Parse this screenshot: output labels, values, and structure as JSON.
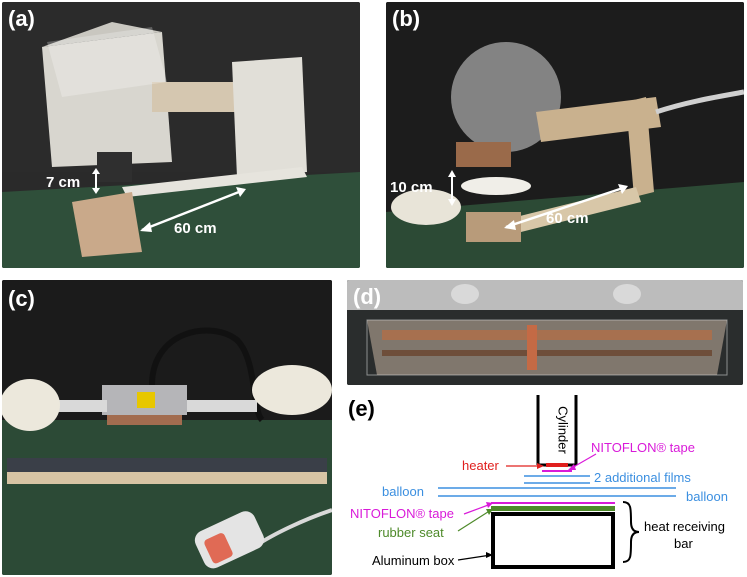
{
  "panels": {
    "a": {
      "label": "(a)",
      "height_text": "7 cm",
      "length_text": "60 cm"
    },
    "b": {
      "label": "(b)",
      "height_text": "10 cm",
      "length_text": "60 cm"
    },
    "c": {
      "label": "(c)"
    },
    "d": {
      "label": "(d)"
    },
    "e": {
      "label": "(e)",
      "cylinder": "Cylinder",
      "nitoflon_top": "NITOFLON® tape",
      "heater": "heater",
      "two_films": "2 additional films",
      "balloon_left": "balloon",
      "balloon_right": "balloon",
      "nitoflon_left": "NITOFLON® tape",
      "rubber_seat": "rubber seat",
      "heat_bar_1": "heat receiving",
      "heat_bar_2": "bar",
      "aluminum_box": "Aluminum box"
    }
  },
  "colors": {
    "magenta": "#d91ad9",
    "red": "#e0201e",
    "blue": "#3b8fe0",
    "green": "#4e8a2a",
    "black": "#000000"
  }
}
